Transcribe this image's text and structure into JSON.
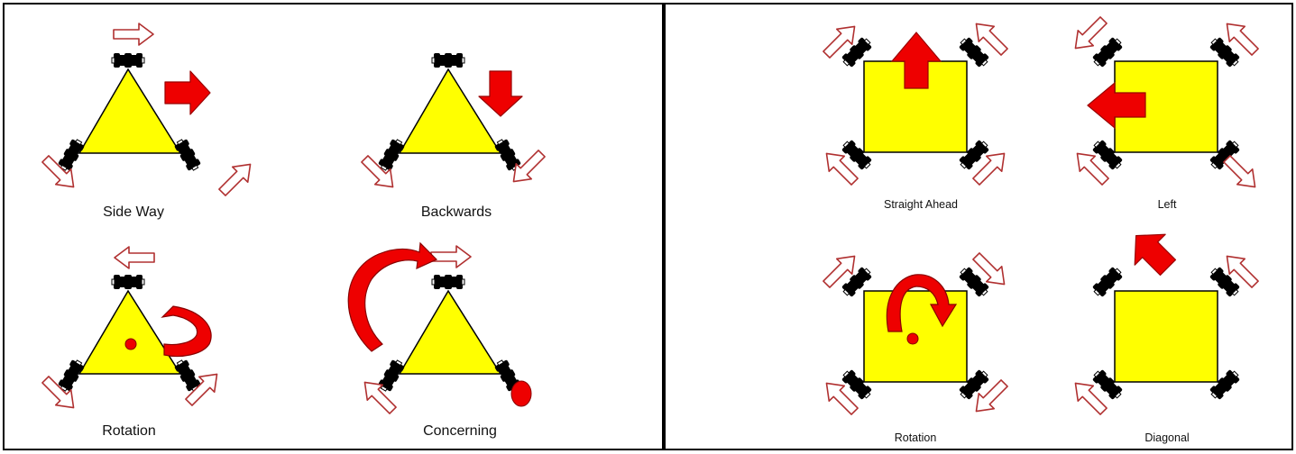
{
  "colors": {
    "body": "#ffff00",
    "arrow_solid": "#ee0000",
    "arrow_outline": "#b03030",
    "wheel": "#000000",
    "border": "#000000"
  },
  "left_panel": {
    "captions": {
      "side_way": "Side Way",
      "backwards": "Backwards",
      "rotation": "Rotation",
      "concerning": "Concerning"
    }
  },
  "right_panel": {
    "captions": {
      "straight_ahead": "Straight Ahead",
      "left": "Left",
      "rotation": "Rotation",
      "diagonal": "Diagonal"
    }
  }
}
